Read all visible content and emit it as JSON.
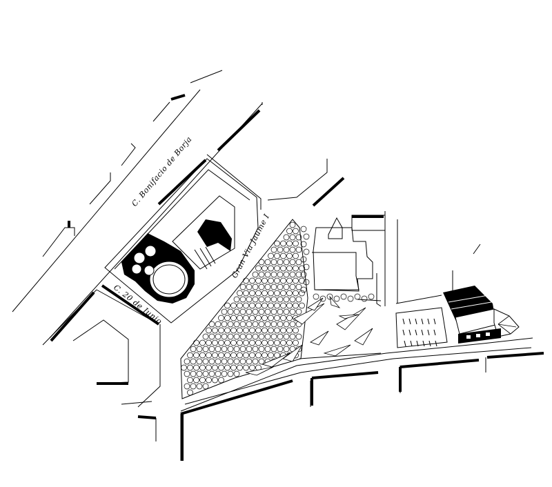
{
  "map": {
    "colors": {
      "ink": "#000000",
      "paper": "#ffffff"
    },
    "street_labels": {
      "bonifacio": "C. Bonifacio de Borja",
      "junio": "C. 20 de Junio",
      "gran_via": "Gran Via Jaume I"
    }
  }
}
